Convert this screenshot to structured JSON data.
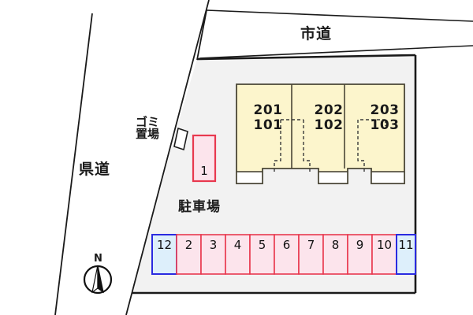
{
  "plan": {
    "title": "apartment-site-plan",
    "colors": {
      "building_fill": "#fcf5cc",
      "plot_fill": "#f2f2f2",
      "stall_pink_fill": "#fce4ec",
      "stall_pink_border": "#e8394f",
      "stall_blue_fill": "#ddeffb",
      "stall_blue_border": "#2a2ae0",
      "outline": "#1a1a1a"
    }
  },
  "roads": {
    "top": {
      "label": "市道",
      "name": "city-road"
    },
    "left": {
      "label": "県道",
      "name": "prefectural-road"
    }
  },
  "areas": {
    "parking_label": "駐車場",
    "garbage_label": "ゴミ\n置場"
  },
  "building": {
    "units": [
      {
        "upper": "201",
        "lower": "101"
      },
      {
        "upper": "202",
        "lower": "102"
      },
      {
        "upper": "203",
        "lower": "103"
      }
    ]
  },
  "parking": {
    "isolated_stall": {
      "number": "1",
      "color": "pink"
    },
    "row_stalls": [
      {
        "number": "12",
        "color": "blue"
      },
      {
        "number": "2",
        "color": "pink"
      },
      {
        "number": "3",
        "color": "pink"
      },
      {
        "number": "4",
        "color": "pink"
      },
      {
        "number": "5",
        "color": "pink"
      },
      {
        "number": "6",
        "color": "pink"
      },
      {
        "number": "7",
        "color": "pink"
      },
      {
        "number": "8",
        "color": "pink"
      },
      {
        "number": "9",
        "color": "pink"
      },
      {
        "number": "10",
        "color": "pink"
      },
      {
        "number": "11",
        "color": "blue"
      }
    ]
  },
  "compass": {
    "label": "N"
  }
}
